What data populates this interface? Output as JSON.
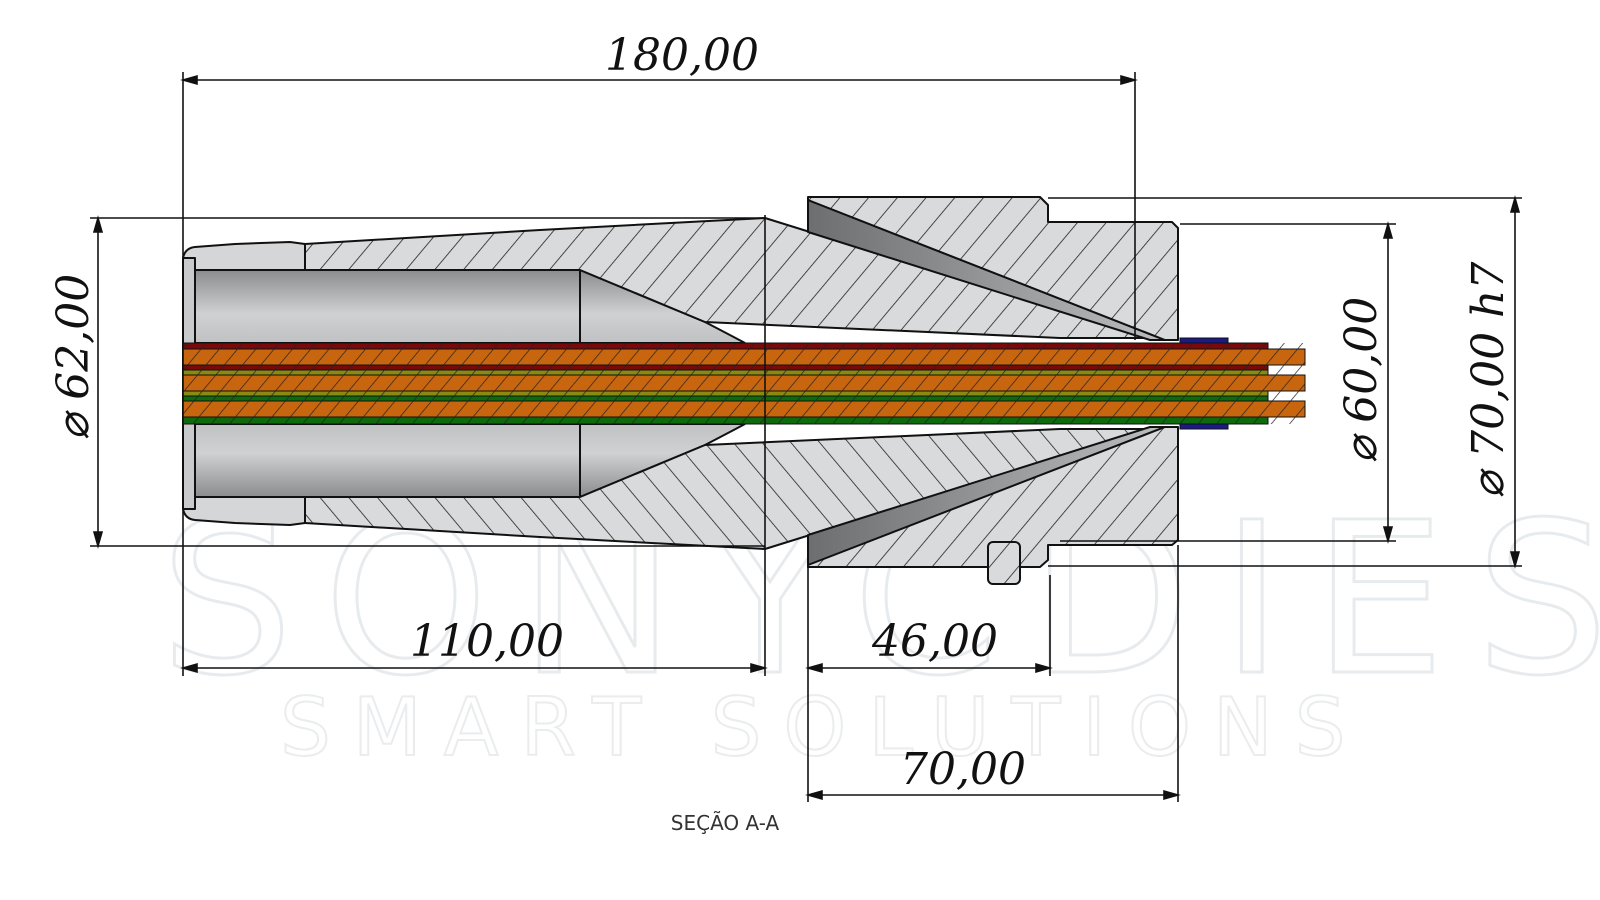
{
  "drawing": {
    "section_label": "SEÇÃO A-A",
    "watermark": {
      "brand": "SONYCDIES",
      "tagline": "SMART SOLUTIONS"
    },
    "dimensions": {
      "overall_length": "180,00",
      "outer_diameter_left": "⌀ 62,00",
      "length_left": "110,00",
      "length_nut_step": "46,00",
      "length_nut": "70,00",
      "diameter_nut_inner": "⌀ 60,00",
      "diameter_nut_outer": "⌀ 70,00 h7"
    },
    "colors": {
      "steel": "#d6d8da",
      "copper": "#c8650f",
      "red_insulation": "#7a0a0a",
      "yellow_insulation": "#8a8a10",
      "green_insulation": "#0d6a0d",
      "blue_seal": "#1a1a8a"
    }
  }
}
